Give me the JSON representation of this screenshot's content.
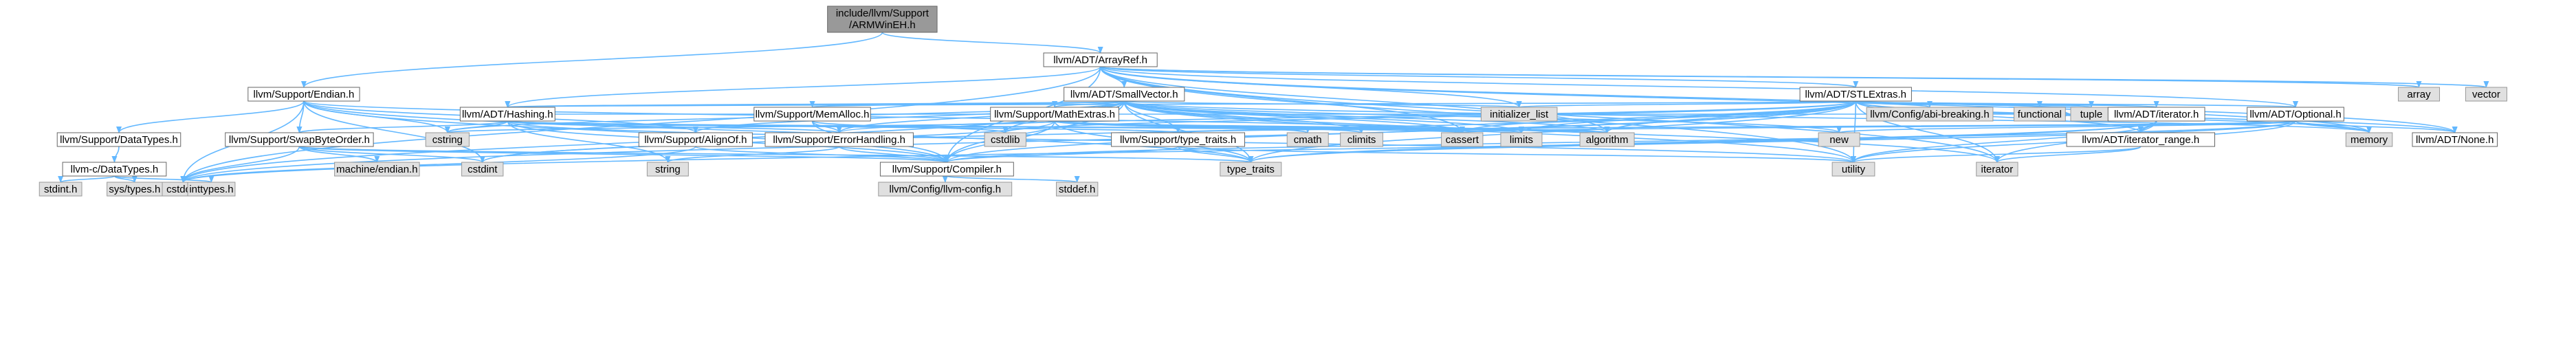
{
  "colors": {
    "edge": "#63b8ff",
    "node_border": "#666666",
    "internal_fill": "#ffffff",
    "external_fill": "#e0e0e0",
    "root_fill": "#999999"
  },
  "nodes": [
    {
      "id": "root",
      "label": [
        "include/llvm/Support",
        "/ARMWinEH.h"
      ],
      "kind": "root"
    },
    {
      "id": "arrayref",
      "label": [
        "llvm/ADT/ArrayRef.h"
      ],
      "kind": "internal"
    },
    {
      "id": "endian",
      "label": [
        "llvm/Support/Endian.h"
      ],
      "kind": "internal"
    },
    {
      "id": "smallvector",
      "label": [
        "llvm/ADT/SmallVector.h"
      ],
      "kind": "internal"
    },
    {
      "id": "stlextras",
      "label": [
        "llvm/ADT/STLExtras.h"
      ],
      "kind": "internal"
    },
    {
      "id": "array",
      "label": [
        "array"
      ],
      "kind": "external"
    },
    {
      "id": "vector",
      "label": [
        "vector"
      ],
      "kind": "external"
    },
    {
      "id": "hashing",
      "label": [
        "llvm/ADT/Hashing.h"
      ],
      "kind": "internal"
    },
    {
      "id": "memalloc",
      "label": [
        "llvm/Support/MemAlloc.h"
      ],
      "kind": "internal"
    },
    {
      "id": "mathextras",
      "label": [
        "llvm/Support/MathExtras.h"
      ],
      "kind": "internal"
    },
    {
      "id": "initlist",
      "label": [
        "initializer_list"
      ],
      "kind": "external"
    },
    {
      "id": "abibreaking",
      "label": [
        "llvm/Config/abi-breaking.h"
      ],
      "kind": "external"
    },
    {
      "id": "functional",
      "label": [
        "functional"
      ],
      "kind": "external"
    },
    {
      "id": "tuple",
      "label": [
        "tuple"
      ],
      "kind": "external"
    },
    {
      "id": "iterator_h",
      "label": [
        "llvm/ADT/iterator.h"
      ],
      "kind": "internal"
    },
    {
      "id": "optional",
      "label": [
        "llvm/ADT/Optional.h"
      ],
      "kind": "internal"
    },
    {
      "id": "datatypes_s",
      "label": [
        "llvm/Support/DataTypes.h"
      ],
      "kind": "internal"
    },
    {
      "id": "swapbyte",
      "label": [
        "llvm/Support/SwapByteOrder.h"
      ],
      "kind": "internal"
    },
    {
      "id": "cstring",
      "label": [
        "cstring"
      ],
      "kind": "external"
    },
    {
      "id": "alignof",
      "label": [
        "llvm/Support/AlignOf.h"
      ],
      "kind": "internal"
    },
    {
      "id": "errorhandling",
      "label": [
        "llvm/Support/ErrorHandling.h"
      ],
      "kind": "internal"
    },
    {
      "id": "cstdlib",
      "label": [
        "cstdlib"
      ],
      "kind": "external"
    },
    {
      "id": "typetraits_s",
      "label": [
        "llvm/Support/type_traits.h"
      ],
      "kind": "internal"
    },
    {
      "id": "cmath",
      "label": [
        "cmath"
      ],
      "kind": "external"
    },
    {
      "id": "climits",
      "label": [
        "climits"
      ],
      "kind": "external"
    },
    {
      "id": "cassert",
      "label": [
        "cassert"
      ],
      "kind": "external"
    },
    {
      "id": "limits",
      "label": [
        "limits"
      ],
      "kind": "external"
    },
    {
      "id": "algorithm",
      "label": [
        "algorithm"
      ],
      "kind": "external"
    },
    {
      "id": "new",
      "label": [
        "new"
      ],
      "kind": "external"
    },
    {
      "id": "iterrange",
      "label": [
        "llvm/ADT/iterator_range.h"
      ],
      "kind": "internal"
    },
    {
      "id": "memory",
      "label": [
        "memory"
      ],
      "kind": "external"
    },
    {
      "id": "noneh",
      "label": [
        "llvm/ADT/None.h"
      ],
      "kind": "internal"
    },
    {
      "id": "cdatatypes",
      "label": [
        "llvm-c/DataTypes.h"
      ],
      "kind": "internal"
    },
    {
      "id": "cstddef",
      "label": [
        "cstddef"
      ],
      "kind": "external"
    },
    {
      "id": "machendian",
      "label": [
        "machine/endian.h"
      ],
      "kind": "external"
    },
    {
      "id": "cstdint",
      "label": [
        "cstdint"
      ],
      "kind": "external"
    },
    {
      "id": "string",
      "label": [
        "string"
      ],
      "kind": "external"
    },
    {
      "id": "compiler",
      "label": [
        "llvm/Support/Compiler.h"
      ],
      "kind": "internal"
    },
    {
      "id": "type_traits",
      "label": [
        "type_traits"
      ],
      "kind": "external"
    },
    {
      "id": "utility",
      "label": [
        "utility"
      ],
      "kind": "external"
    },
    {
      "id": "iterator",
      "label": [
        "iterator"
      ],
      "kind": "external"
    },
    {
      "id": "stdint",
      "label": [
        "stdint.h"
      ],
      "kind": "external"
    },
    {
      "id": "systypes",
      "label": [
        "sys/types.h"
      ],
      "kind": "external"
    },
    {
      "id": "inttypes",
      "label": [
        "inttypes.h"
      ],
      "kind": "external"
    },
    {
      "id": "llvmconfig",
      "label": [
        "llvm/Config/llvm-config.h"
      ],
      "kind": "external"
    },
    {
      "id": "stddef",
      "label": [
        "stddef.h"
      ],
      "kind": "external"
    }
  ],
  "edges": [
    [
      "root",
      "arrayref"
    ],
    [
      "root",
      "endian"
    ],
    [
      "arrayref",
      "smallvector"
    ],
    [
      "arrayref",
      "stlextras"
    ],
    [
      "arrayref",
      "array"
    ],
    [
      "arrayref",
      "vector"
    ],
    [
      "arrayref",
      "initlist"
    ],
    [
      "arrayref",
      "cassert"
    ],
    [
      "arrayref",
      "algorithm"
    ],
    [
      "arrayref",
      "memory"
    ],
    [
      "arrayref",
      "noneh"
    ],
    [
      "arrayref",
      "iterator"
    ],
    [
      "arrayref",
      "utility"
    ],
    [
      "arrayref",
      "cstddef"
    ],
    [
      "arrayref",
      "compiler"
    ],
    [
      "arrayref",
      "hashing"
    ],
    [
      "arrayref",
      "optional"
    ],
    [
      "endian",
      "datatypes_s"
    ],
    [
      "endian",
      "swapbyte"
    ],
    [
      "endian",
      "cstring"
    ],
    [
      "endian",
      "alignof"
    ],
    [
      "endian",
      "compiler"
    ],
    [
      "endian",
      "cassert"
    ],
    [
      "endian",
      "cstddef"
    ],
    [
      "endian",
      "cstdint"
    ],
    [
      "endian",
      "type_traits"
    ],
    [
      "smallvector",
      "hashing"
    ],
    [
      "smallvector",
      "memalloc"
    ],
    [
      "smallvector",
      "mathextras"
    ],
    [
      "smallvector",
      "typetraits_s"
    ],
    [
      "smallvector",
      "initlist"
    ],
    [
      "smallvector",
      "cstdlib"
    ],
    [
      "smallvector",
      "cstring"
    ],
    [
      "smallvector",
      "cassert"
    ],
    [
      "smallvector",
      "climits"
    ],
    [
      "smallvector",
      "limits"
    ],
    [
      "smallvector",
      "algorithm"
    ],
    [
      "smallvector",
      "new"
    ],
    [
      "smallvector",
      "memory"
    ],
    [
      "smallvector",
      "iterator"
    ],
    [
      "smallvector",
      "utility"
    ],
    [
      "smallvector",
      "cstddef"
    ],
    [
      "smallvector",
      "compiler"
    ],
    [
      "smallvector",
      "errorhandling"
    ],
    [
      "smallvector",
      "type_traits"
    ],
    [
      "smallvector",
      "alignof"
    ],
    [
      "stlextras",
      "abibreaking"
    ],
    [
      "stlextras",
      "functional"
    ],
    [
      "stlextras",
      "tuple"
    ],
    [
      "stlextras",
      "iterator_h"
    ],
    [
      "stlextras",
      "optional"
    ],
    [
      "stlextras",
      "iterrange"
    ],
    [
      "stlextras",
      "initlist"
    ],
    [
      "stlextras",
      "algorithm"
    ],
    [
      "stlextras",
      "cassert"
    ],
    [
      "stlextras",
      "cstdint"
    ],
    [
      "stlextras",
      "limits"
    ],
    [
      "stlextras",
      "memory"
    ],
    [
      "stlextras",
      "utility"
    ],
    [
      "stlextras",
      "type_traits"
    ],
    [
      "stlextras",
      "iterator"
    ],
    [
      "stlextras",
      "errorhandling"
    ],
    [
      "stlextras",
      "compiler"
    ],
    [
      "stlextras",
      "cstddef"
    ],
    [
      "stlextras",
      "cstdlib"
    ],
    [
      "stlextras",
      "noneh"
    ],
    [
      "stlextras",
      "hashing"
    ],
    [
      "hashing",
      "errorhandling"
    ],
    [
      "hashing",
      "swapbyte"
    ],
    [
      "hashing",
      "typetraits_s"
    ],
    [
      "hashing",
      "algorithm"
    ],
    [
      "hashing",
      "cassert"
    ],
    [
      "hashing",
      "cstring"
    ],
    [
      "hashing",
      "string"
    ],
    [
      "hashing",
      "tuple"
    ],
    [
      "hashing",
      "utility"
    ],
    [
      "hashing",
      "compiler"
    ],
    [
      "memalloc",
      "compiler"
    ],
    [
      "memalloc",
      "errorhandling"
    ],
    [
      "memalloc",
      "cstdlib"
    ],
    [
      "mathextras",
      "compiler"
    ],
    [
      "mathextras",
      "cassert"
    ],
    [
      "mathextras",
      "climits"
    ],
    [
      "mathextras",
      "cmath"
    ],
    [
      "mathextras",
      "cstdint"
    ],
    [
      "mathextras",
      "cstring"
    ],
    [
      "mathextras",
      "limits"
    ],
    [
      "mathextras",
      "type_traits"
    ],
    [
      "mathextras",
      "algorithm"
    ],
    [
      "iterator_h",
      "iterrange"
    ],
    [
      "iterator_h",
      "cstddef"
    ],
    [
      "iterator_h",
      "iterator"
    ],
    [
      "iterator_h",
      "type_traits"
    ],
    [
      "iterator_h",
      "utility"
    ],
    [
      "optional",
      "noneh"
    ],
    [
      "optional",
      "compiler"
    ],
    [
      "optional",
      "type_traits"
    ],
    [
      "optional",
      "cassert"
    ],
    [
      "optional",
      "memory"
    ],
    [
      "optional",
      "new"
    ],
    [
      "optional",
      "utility"
    ],
    [
      "optional",
      "typetraits_s"
    ],
    [
      "datatypes_s",
      "cdatatypes"
    ],
    [
      "swapbyte",
      "cstddef"
    ],
    [
      "swapbyte",
      "cstdint"
    ],
    [
      "swapbyte",
      "machendian"
    ],
    [
      "swapbyte",
      "type_traits"
    ],
    [
      "swapbyte",
      "compiler"
    ],
    [
      "alignof",
      "compiler"
    ],
    [
      "alignof",
      "cstddef"
    ],
    [
      "errorhandling",
      "compiler"
    ],
    [
      "errorhandling",
      "string"
    ],
    [
      "typetraits_s",
      "compiler"
    ],
    [
      "typetraits_s",
      "type_traits"
    ],
    [
      "typetraits_s",
      "utility"
    ],
    [
      "iterrange",
      "utility"
    ],
    [
      "iterrange",
      "iterator"
    ],
    [
      "cdatatypes",
      "stdint"
    ],
    [
      "cdatatypes",
      "systypes"
    ],
    [
      "cdatatypes",
      "inttypes"
    ],
    [
      "compiler",
      "llvmconfig"
    ],
    [
      "compiler",
      "stddef"
    ]
  ]
}
